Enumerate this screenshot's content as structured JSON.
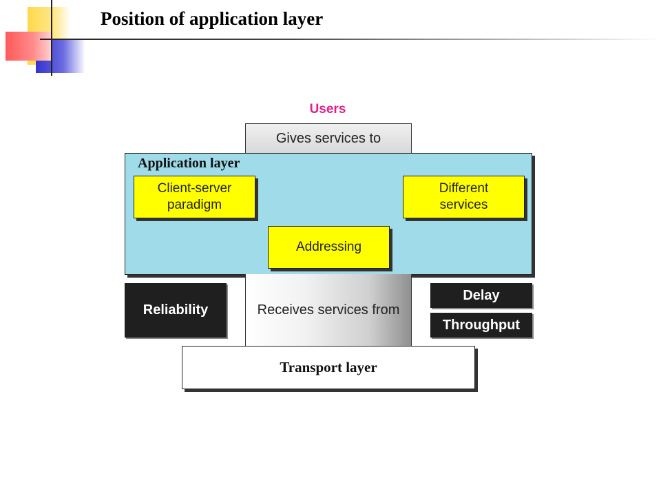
{
  "slide": {
    "title": "Position of application layer"
  },
  "diagram": {
    "users_label": "Users",
    "gives_services": "Gives services to",
    "application_layer_label": "Application layer",
    "client_server": "Client-server paradigm",
    "different_services": "Different services",
    "addressing": "Addressing",
    "receives_services": "Receives services from",
    "reliability": "Reliability",
    "delay": "Delay",
    "throughput": "Throughput",
    "transport_layer": "Transport layer"
  },
  "colors": {
    "users_text": "#e0208c",
    "application_layer_fill": "#9fdbe9",
    "feature_box_fill": "#ffff00",
    "requirement_box_fill": "#1f1f1f"
  }
}
